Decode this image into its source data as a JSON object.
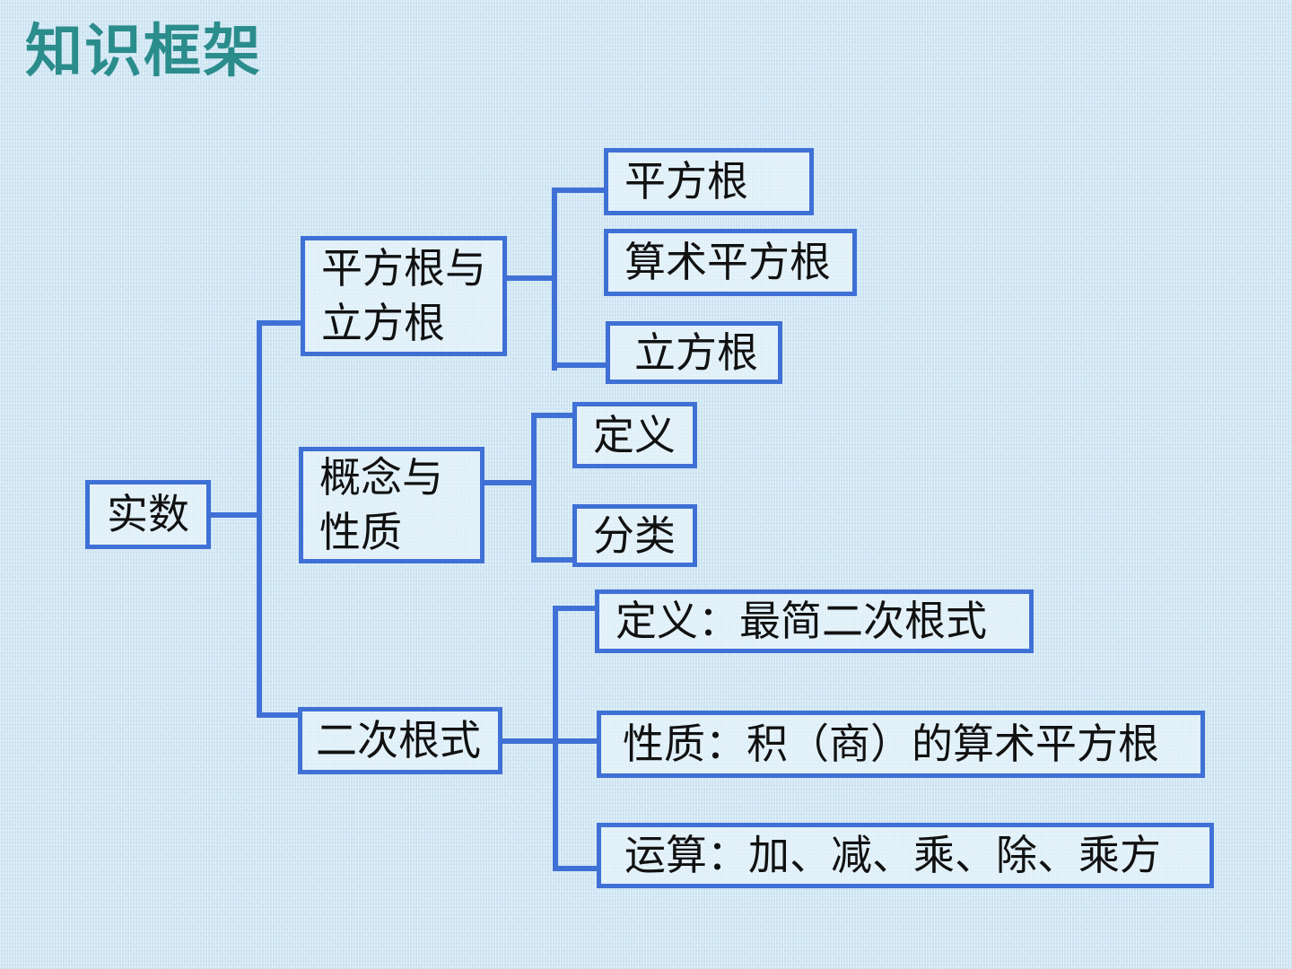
{
  "title": "知识框架",
  "colors": {
    "title_text": "#2B8C8C",
    "box_border": "#3F70D5",
    "connector": "#3F70D5",
    "node_text": "#111111",
    "background": "#CFE6F3"
  },
  "tree": {
    "root": "实数",
    "branches": [
      {
        "label": "平方根与立方根",
        "children": [
          "平方根",
          "算术平方根",
          "立方根"
        ]
      },
      {
        "label": "概念与性质",
        "children": [
          "定义",
          "分类"
        ]
      },
      {
        "label": "二次根式",
        "children": [
          "定义：最简二次根式",
          "性质：积（商）的算术平方根",
          "运算：加、减、乘、除、乘方"
        ]
      }
    ]
  }
}
